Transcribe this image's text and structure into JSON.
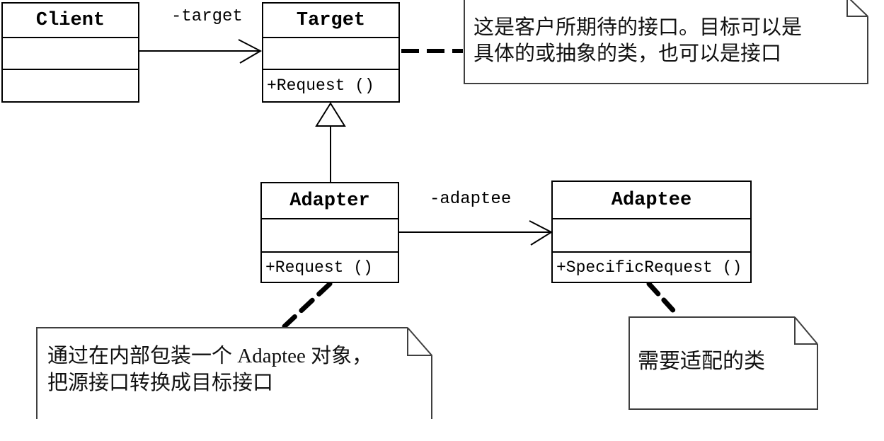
{
  "diagram": {
    "title": "Adapter pattern UML class diagram"
  },
  "classes": {
    "client": {
      "name": "Client",
      "attributes": "",
      "methods": ""
    },
    "target": {
      "name": "Target",
      "attributes": "",
      "methods": "+Request ()"
    },
    "adapter": {
      "name": "Adapter",
      "attributes": "",
      "methods": "+Request ()"
    },
    "adaptee": {
      "name": "Adaptee",
      "attributes": "",
      "methods": "+SpecificRequest ()"
    }
  },
  "associations": {
    "client_to_target_label": "-target",
    "adapter_to_adaptee_label": "-adaptee"
  },
  "notes": {
    "target_note": {
      "line1": "这是客户所期待的接口。目标可以是",
      "line2": "具体的或抽象的类，也可以是接口"
    },
    "adapter_note": {
      "line1": "通过在内部包装一个 Adaptee 对象，",
      "line2": "把源接口转换成目标接口"
    },
    "adaptee_note": {
      "line1": "需要适配的类"
    }
  },
  "colors": {
    "line": "#000000",
    "note_border": "#3f3f3f",
    "background": "#ffffff"
  }
}
